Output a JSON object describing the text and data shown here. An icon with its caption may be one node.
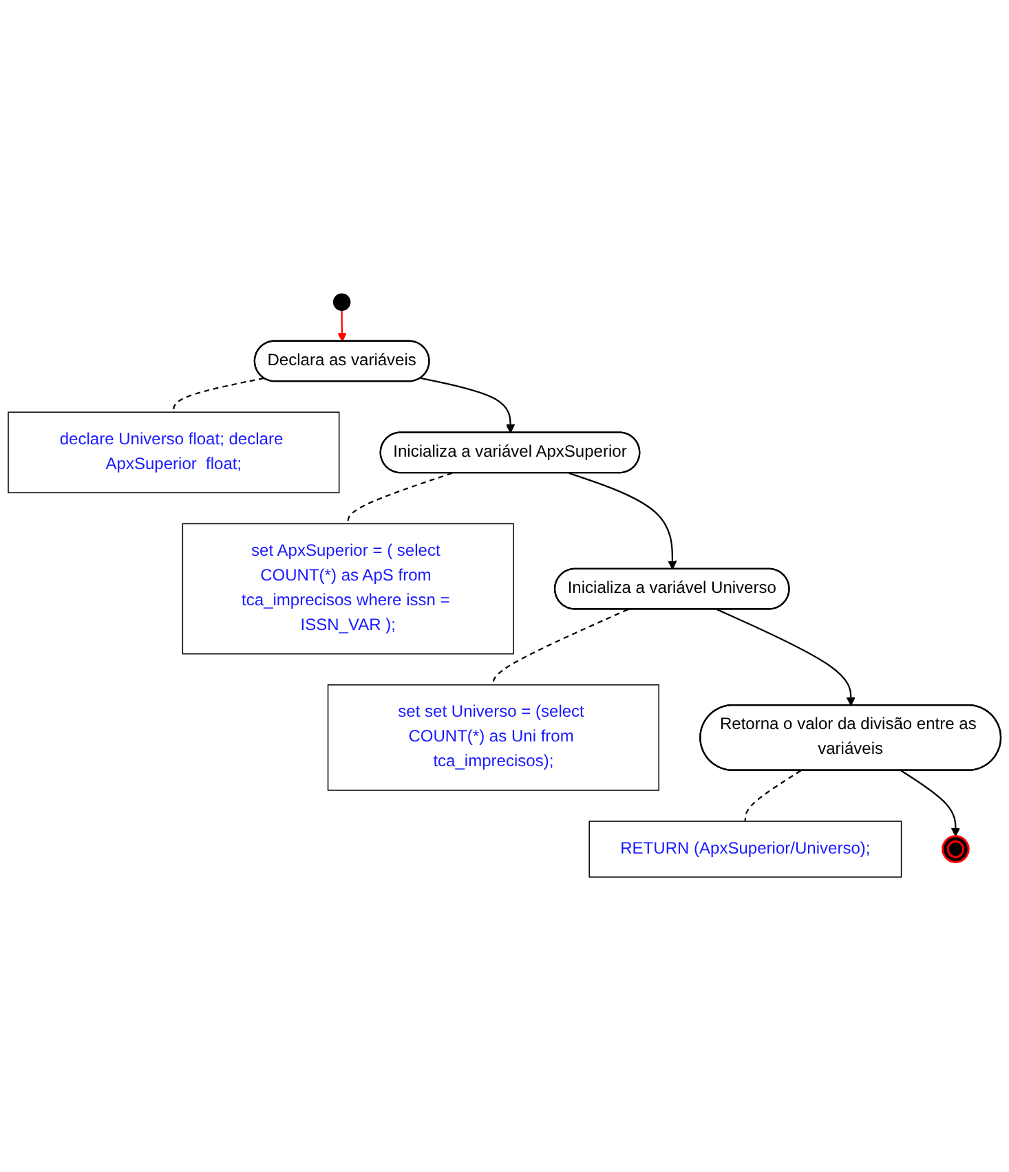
{
  "diagram": {
    "nodes": [
      {
        "text": [],
        "shape": "circle"
      },
      {
        "text": [
          "Declara as variáveis"
        ]
      },
      {
        "text": [
          "declare Universo float; declare ApxSuperior  float;"
        ]
      },
      {
        "text": [
          "Inicializa a variável ApxSuperior"
        ]
      },
      {
        "text": [
          "set ApxSuperior = ( select COUNT(*) as ApS from tca_imprecisos where issn = ISSN_VAR );"
        ]
      },
      {
        "text": [
          "Inicializa a variável Universo"
        ]
      },
      {
        "text": [
          "set set Universo = (select COUNT(*) as Uni from tca_imprecisos);"
        ]
      },
      {
        "text": [
          "Retorna o valor da divisão entre as variáveis"
        ]
      },
      {
        "text": [
          "RETURN  (ApxSuperior/Universo);"
        ]
      },
      {
        "text": [],
        "shape": "circle"
      }
    ],
    "edges": [
      {
        "from": 0,
        "to": 1,
        "arrow": "to",
        "color": "#ff0000"
      },
      {
        "from": 1,
        "to": 2,
        "arrow": "none",
        "style": "dashed"
      },
      {
        "from": 1,
        "to": 3,
        "arrow": "to"
      },
      {
        "from": 3,
        "to": 4,
        "arrow": "none",
        "style": "dashed"
      },
      {
        "from": 3,
        "to": 5,
        "arrow": "to"
      },
      {
        "from": 5,
        "to": 6,
        "arrow": "none",
        "style": "dashed"
      },
      {
        "from": 5,
        "to": 7,
        "arrow": "to"
      },
      {
        "from": 7,
        "to": 8,
        "arrow": "none",
        "style": "dashed"
      },
      {
        "from": 7,
        "to": 9,
        "arrow": "to"
      }
    ]
  }
}
